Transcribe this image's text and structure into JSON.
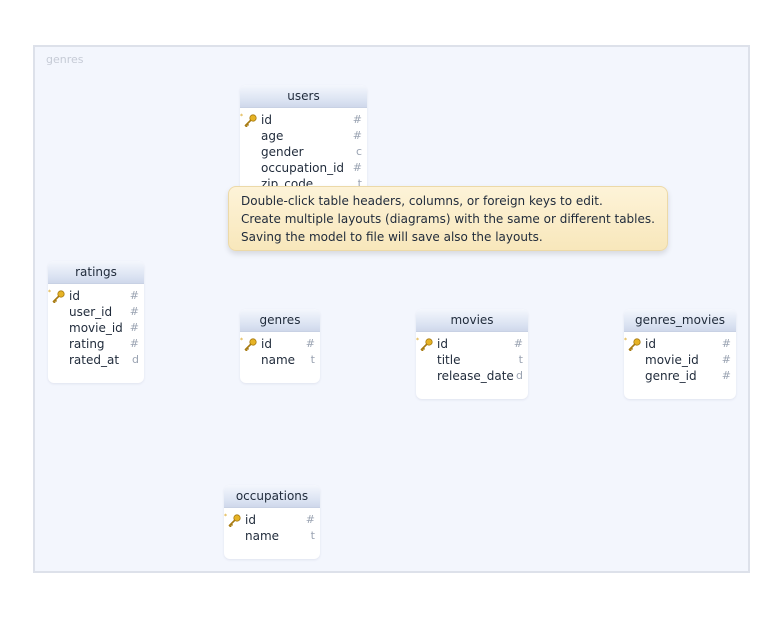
{
  "layout": {
    "name": "genres"
  },
  "tooltip": {
    "line1": "Double-click table headers, columns, or foreign keys to edit.",
    "line2": "Create multiple layouts (diagrams) with the same or different tables.",
    "line3": "Saving the model to file will save also the layouts."
  },
  "tables": {
    "users": {
      "name": "users",
      "columns": [
        {
          "name": "id",
          "type": "#",
          "pk": true
        },
        {
          "name": "age",
          "type": "#"
        },
        {
          "name": "gender",
          "type": "c"
        },
        {
          "name": "occupation_id",
          "type": "#"
        },
        {
          "name": "zip_code",
          "type": "t"
        }
      ]
    },
    "ratings": {
      "name": "ratings",
      "columns": [
        {
          "name": "id",
          "type": "#",
          "pk": true
        },
        {
          "name": "user_id",
          "type": "#"
        },
        {
          "name": "movie_id",
          "type": "#"
        },
        {
          "name": "rating",
          "type": "#"
        },
        {
          "name": "rated_at",
          "type": "d"
        }
      ]
    },
    "genres": {
      "name": "genres",
      "columns": [
        {
          "name": "id",
          "type": "#",
          "pk": true
        },
        {
          "name": "name",
          "type": "t"
        }
      ]
    },
    "movies": {
      "name": "movies",
      "columns": [
        {
          "name": "id",
          "type": "#",
          "pk": true
        },
        {
          "name": "title",
          "type": "t"
        },
        {
          "name": "release_date",
          "type": "d"
        }
      ]
    },
    "genres_movies": {
      "name": "genres_movies",
      "columns": [
        {
          "name": "id",
          "type": "#",
          "pk": true
        },
        {
          "name": "movie_id",
          "type": "#"
        },
        {
          "name": "genre_id",
          "type": "#"
        }
      ]
    },
    "occupations": {
      "name": "occupations",
      "columns": [
        {
          "name": "id",
          "type": "#",
          "pk": true
        },
        {
          "name": "name",
          "type": "t"
        }
      ]
    }
  },
  "colors": {
    "canvas_bg": "#f3f6fd",
    "header_bg": "#dbe3f2",
    "tooltip_bg": "#f8e7bb",
    "key_icon": "#d9a21b"
  }
}
